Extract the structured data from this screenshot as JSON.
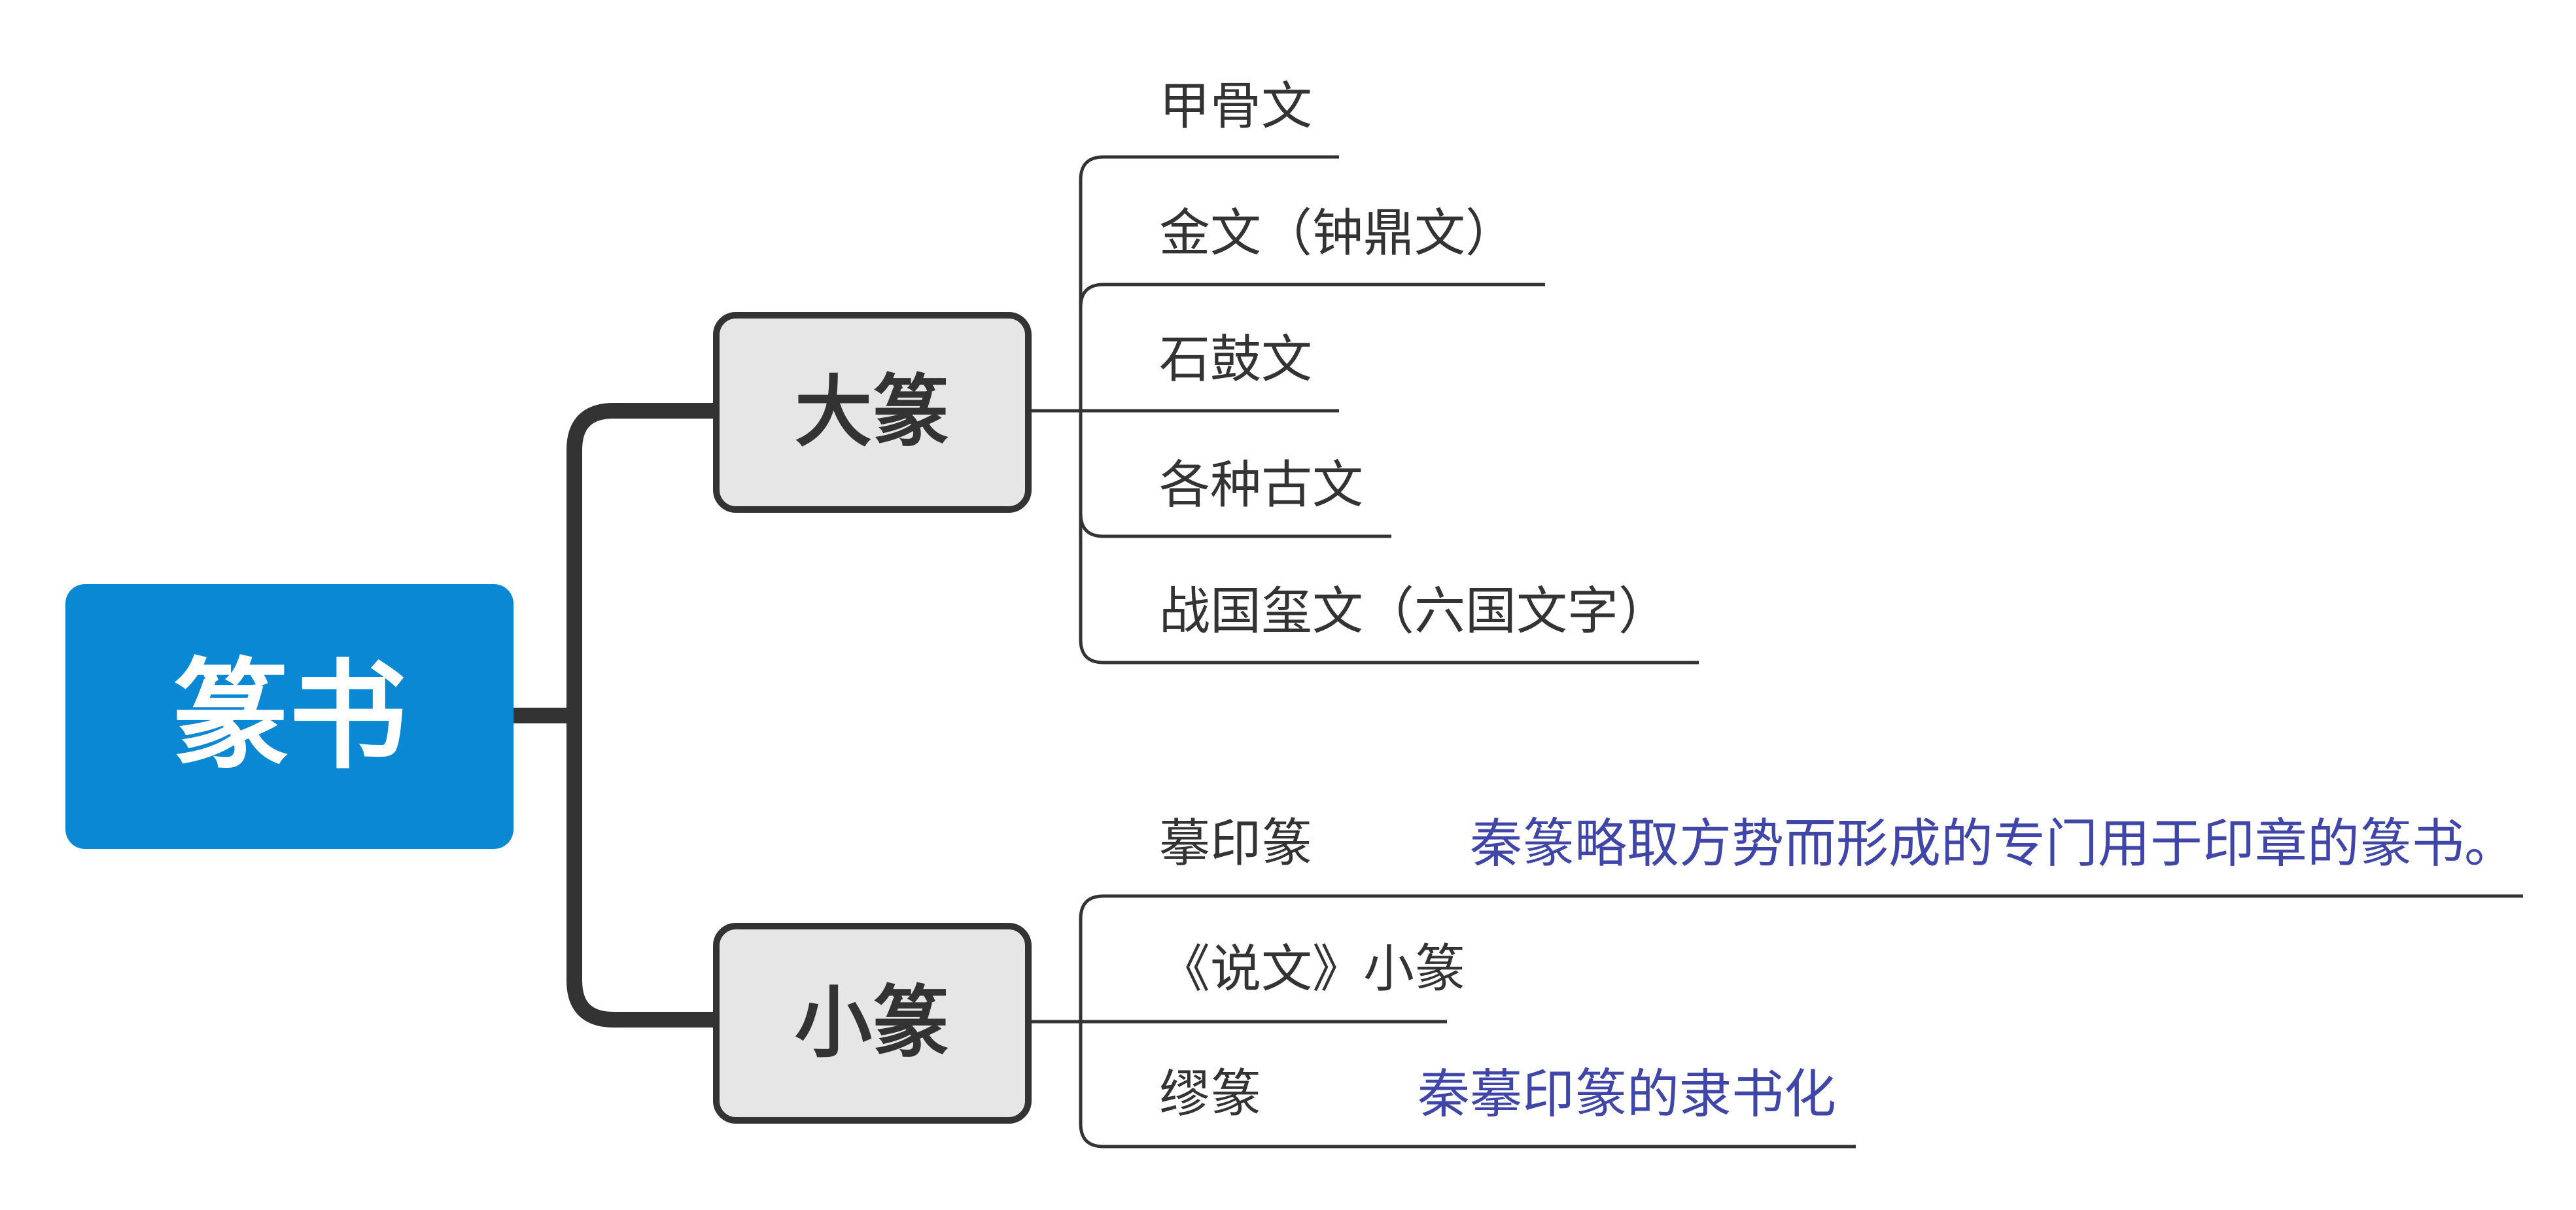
{
  "colors": {
    "root_fill": "#0a88d4",
    "root_text": "#ffffff",
    "branch_fill": "#e6e6e6",
    "line": "#333333",
    "note_text": "#3f46a8"
  },
  "root": {
    "label": "篆书"
  },
  "branches": [
    {
      "label": "大篆",
      "children": [
        {
          "label": "甲骨文"
        },
        {
          "label": "金文（钟鼎文）"
        },
        {
          "label": "石鼓文"
        },
        {
          "label": "各种古文"
        },
        {
          "label": "战国玺文（六国文字）"
        }
      ]
    },
    {
      "label": "小篆",
      "children": [
        {
          "label": "摹印篆",
          "note": "秦篆略取方势而形成的专门用于印章的篆书。"
        },
        {
          "label": "《说文》小篆"
        },
        {
          "label": "缪篆",
          "note": "秦摹印篆的隶书化"
        }
      ]
    }
  ]
}
